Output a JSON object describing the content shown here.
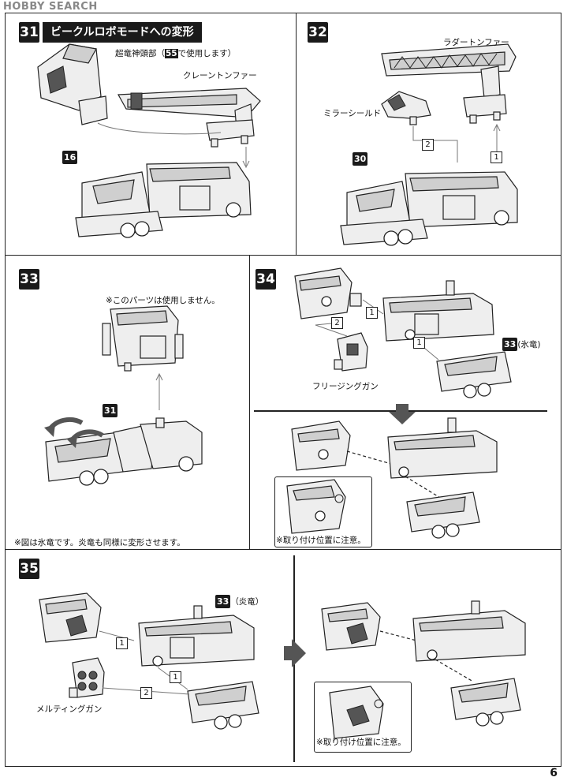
{
  "header": {
    "site_logo": "HOBBY SEARCH"
  },
  "page_number": "6",
  "step31": {
    "number": "31",
    "title": "ビークルロボモードへの変形",
    "label_head": "超竜神頭部（",
    "label_head_ref": "55",
    "label_head_tail": "で使用します）",
    "label_crane": "クレーントンファー",
    "ref": "16"
  },
  "step32": {
    "number": "32",
    "label_ladder": "ラダートンファー",
    "label_mirror": "ミラーシールド",
    "ref": "30",
    "arrow1": "1",
    "arrow2": "2"
  },
  "step33": {
    "number": "33",
    "note_unused": "※このパーツは使用しません。",
    "ref": "31",
    "footnote": "※図は氷竜です。炎竜も同様に変形させます。"
  },
  "step34": {
    "number": "34",
    "label_gun": "フリージングガン",
    "ref": "33",
    "ref_suffix": "(氷竜)",
    "arrow1a": "1",
    "arrow1b": "1",
    "arrow2": "2",
    "caution": "※取り付け位置に注意。"
  },
  "step35": {
    "number": "35",
    "label_gun": "メルティングガン",
    "ref": "33",
    "ref_suffix": "（炎竜）",
    "arrow1a": "1",
    "arrow1b": "1",
    "arrow2": "2",
    "caution": "※取り付け位置に注意。"
  }
}
